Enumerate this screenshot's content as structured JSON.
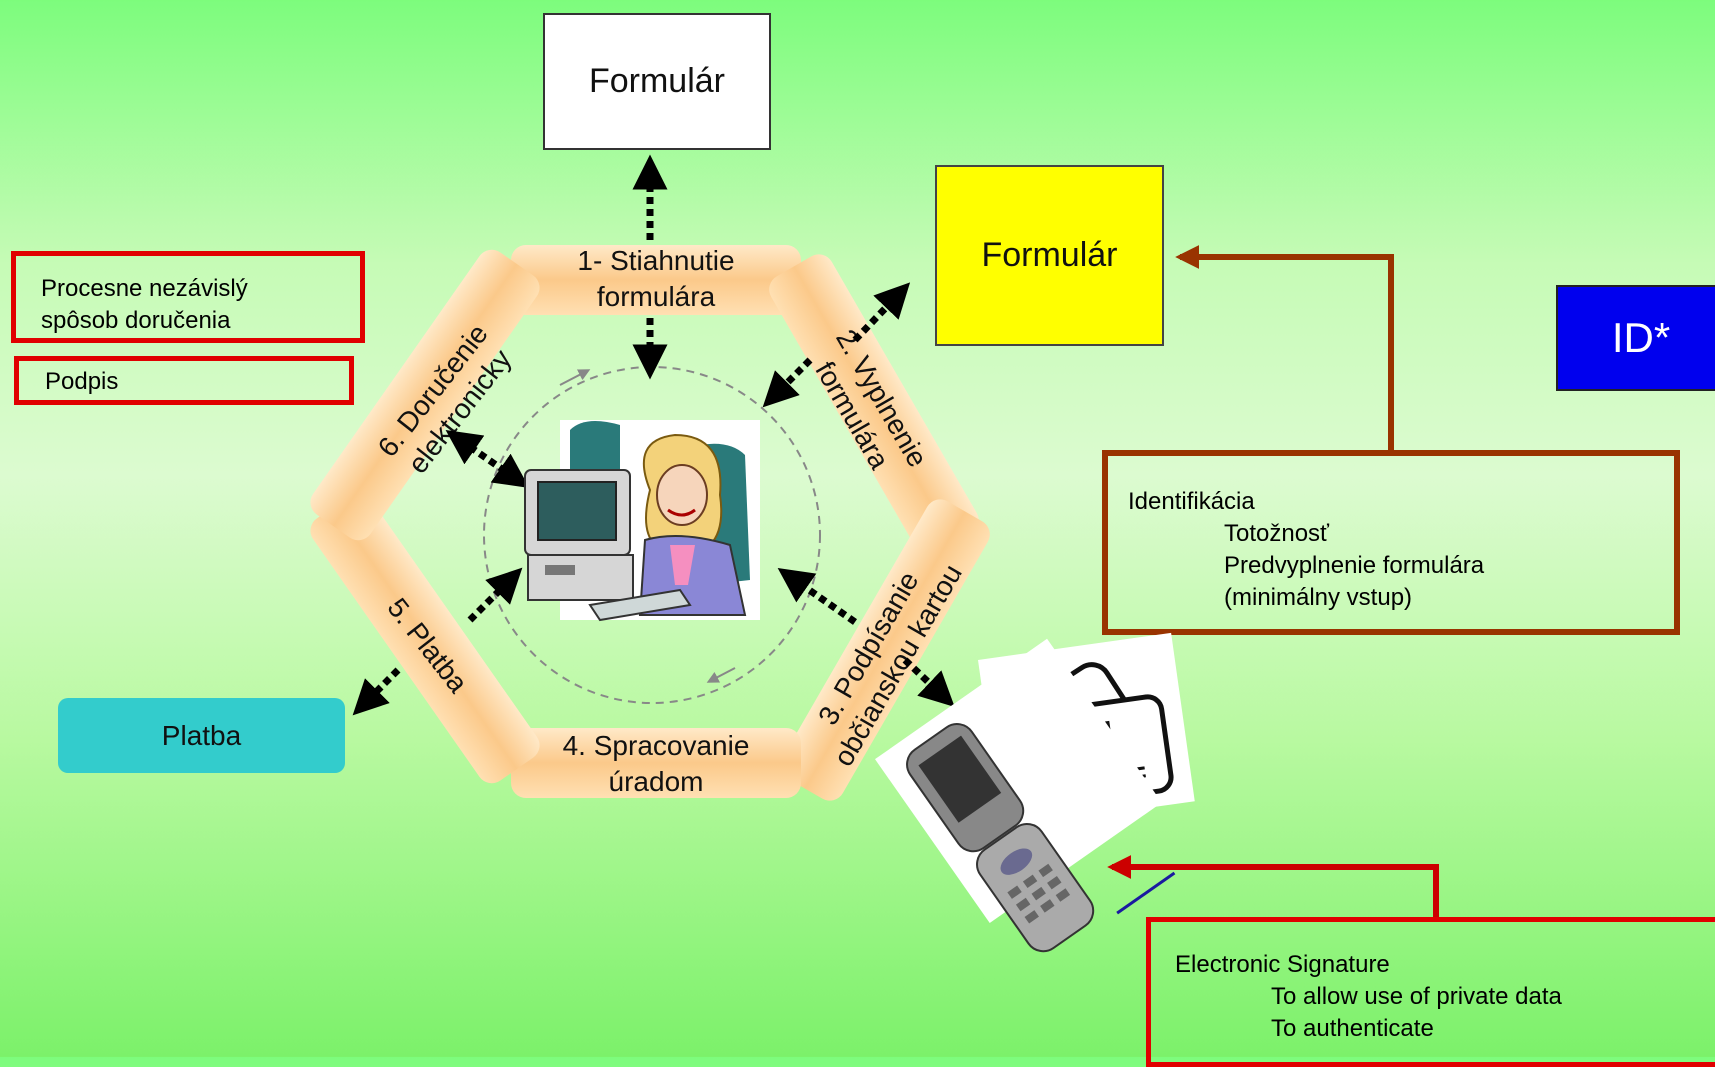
{
  "boxes": {
    "form_top": "Formulár",
    "form_yellow": "Formulár",
    "id": "ID*",
    "platba": "Platba"
  },
  "delivery_note": {
    "line1": "Procesne nezávislý",
    "line2": "spôsob doručenia"
  },
  "signature_note": "Podpis",
  "steps": [
    {
      "line1": "1- Stiahnutie",
      "line2": "formulára"
    },
    {
      "line1": "2. Vyplnenie",
      "line2": "formulára"
    },
    {
      "line1": "3. Podpísanie",
      "line2": "občianskou kartou"
    },
    {
      "line1": "4. Spracovanie",
      "line2": "úradom"
    },
    {
      "line1": "5. Platba",
      "line2": ""
    },
    {
      "line1": "6. Doručenie",
      "line2": "elektronicky"
    }
  ],
  "identification": {
    "title": "Identifikácia",
    "items": [
      "Totožnosť",
      "Predvyplnenie formulára",
      "(minimálny vstup)"
    ]
  },
  "electronic_signature": {
    "title": "Electronic Signature",
    "items": [
      "To allow use of private data",
      "To authenticate"
    ]
  },
  "colors": {
    "step_fill": "#fbc98a",
    "red_border": "#e00000",
    "brown_border": "#993300",
    "id_blue": "#0000ee",
    "platba_teal": "#33cccc"
  }
}
